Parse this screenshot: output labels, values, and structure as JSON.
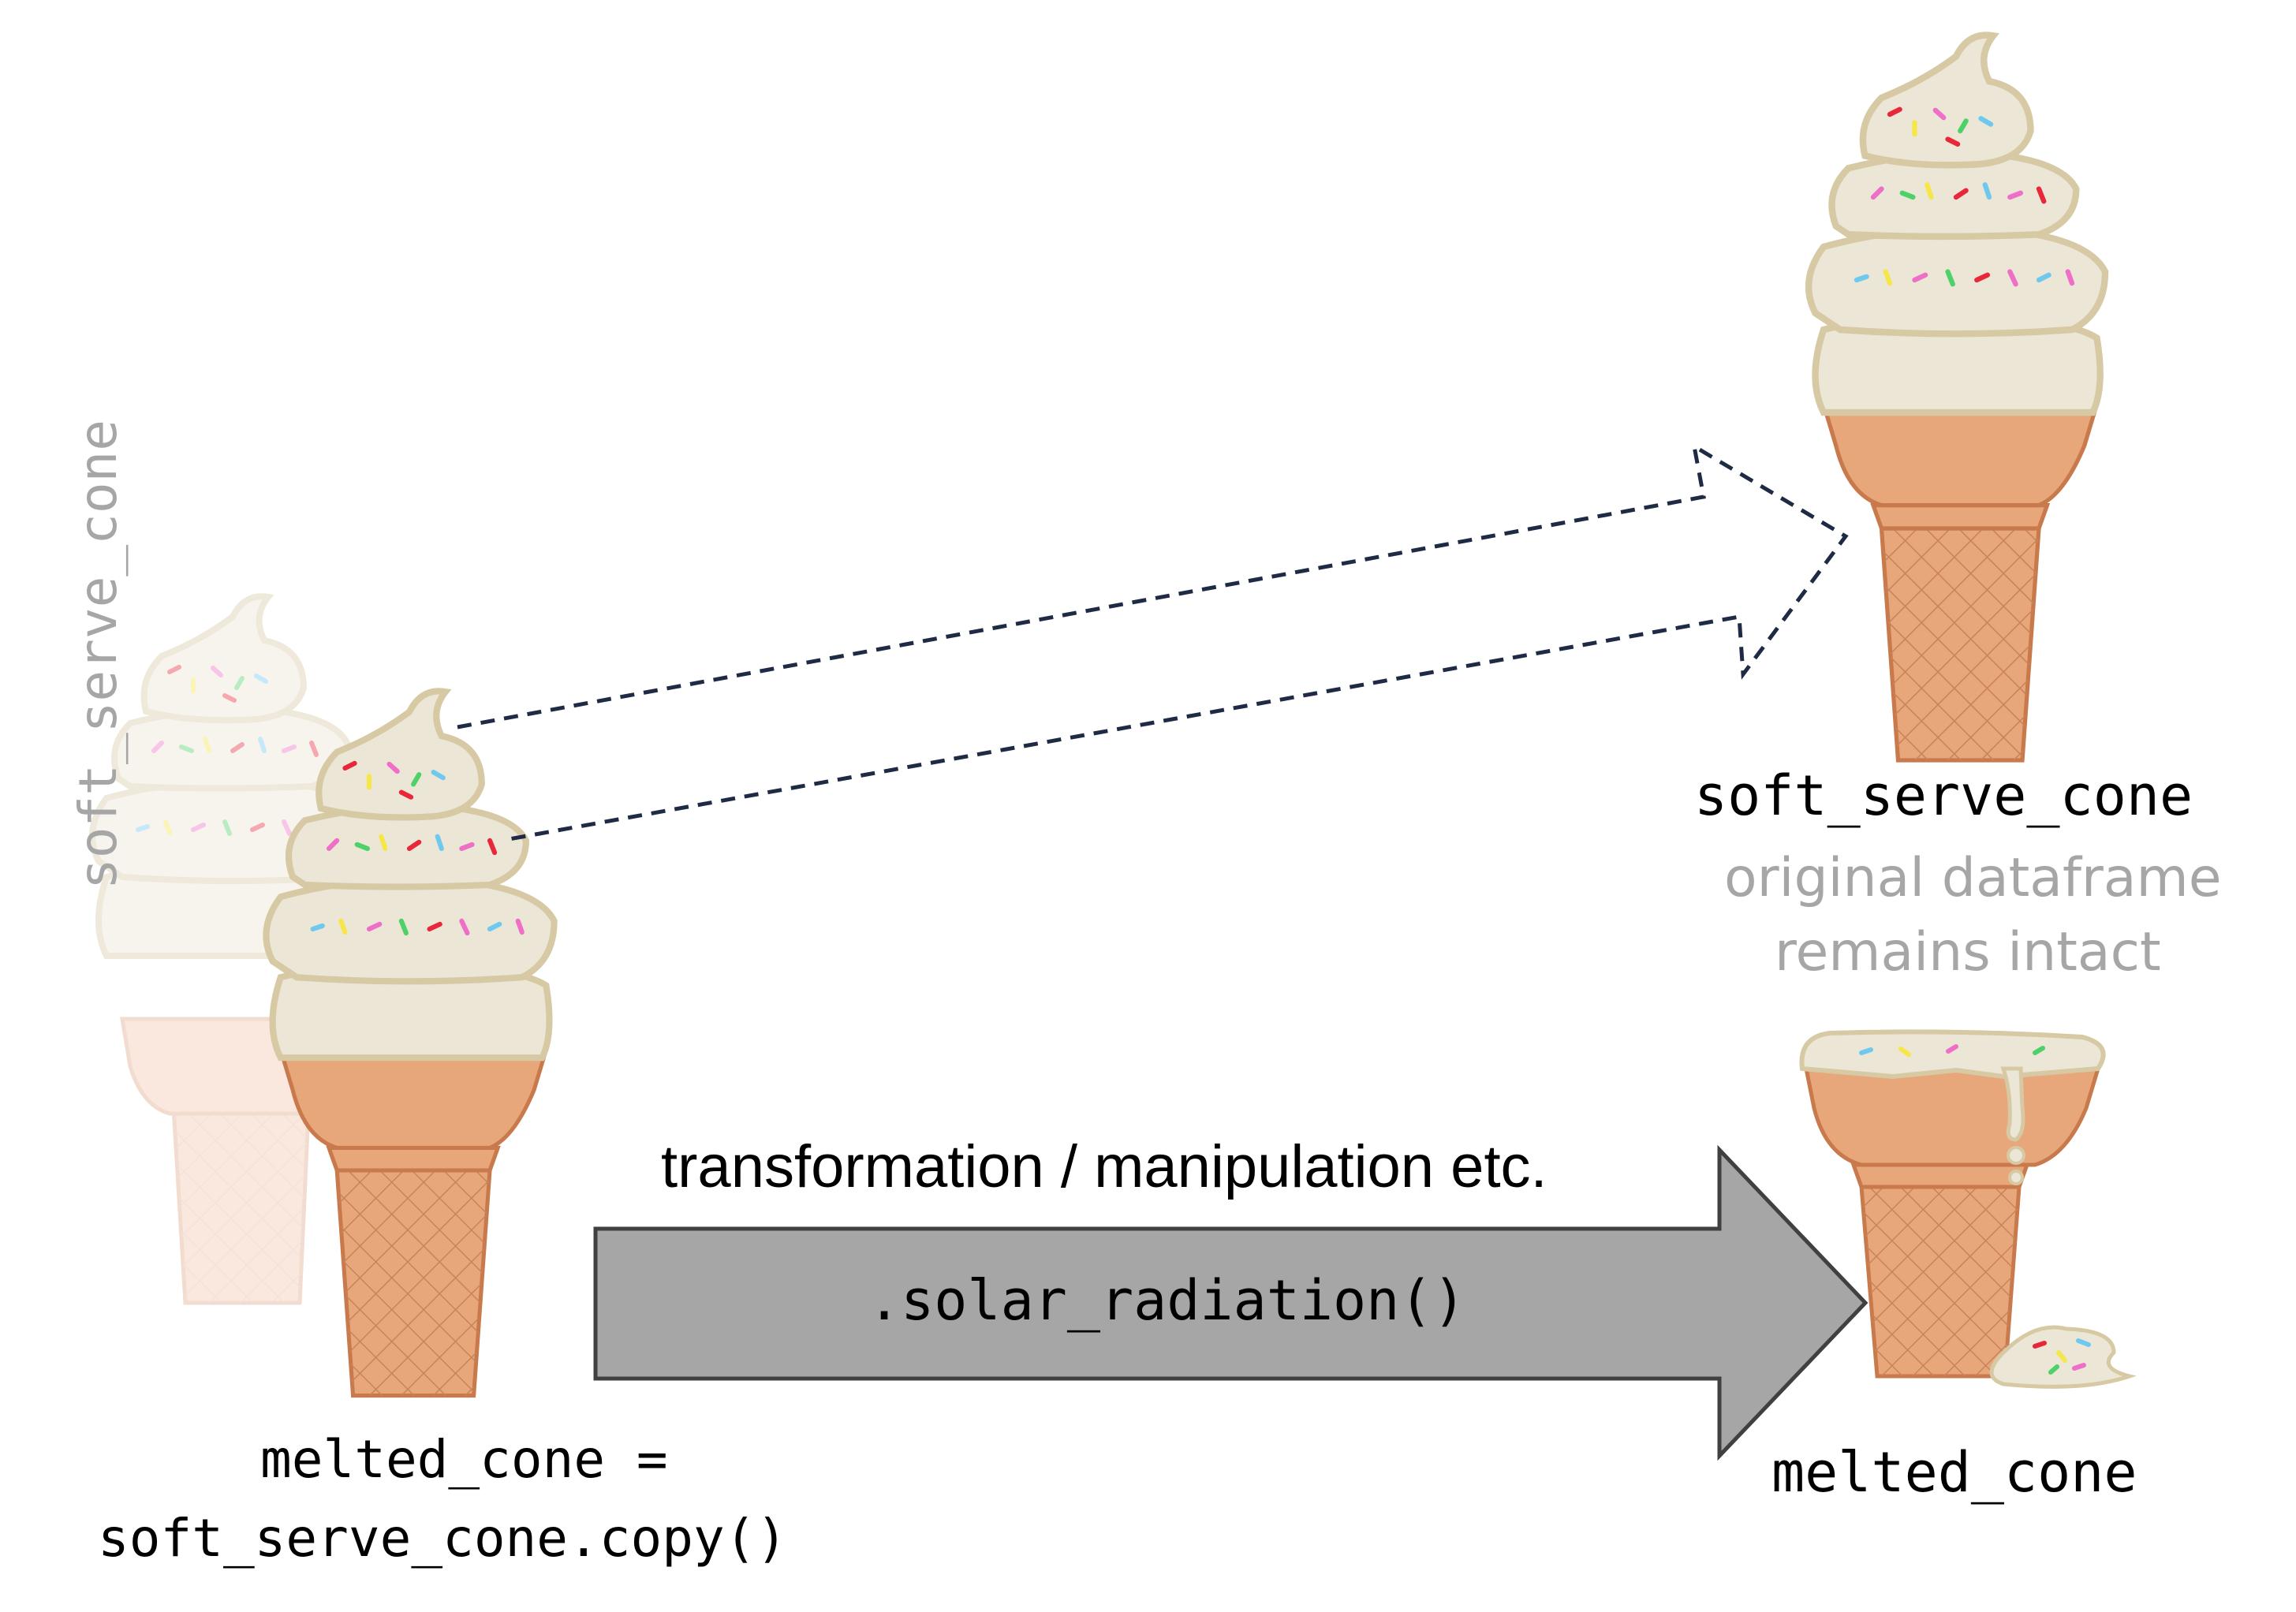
{
  "diagram": {
    "ghost_label": "soft_serve_cone",
    "copy_statement": {
      "line1": "melted_cone =",
      "line2": "soft_serve_cone.copy()"
    },
    "original": {
      "name": "soft_serve_cone",
      "caption_line1": "original dataframe",
      "caption_line2": "remains intact"
    },
    "melted": {
      "name": "melted_cone"
    },
    "arrow": {
      "caption": "transformation / manipulation etc.",
      "method": ".solar_radiation()"
    }
  },
  "colors": {
    "cone": "#e8a77a",
    "cone_outline": "#c87a4c",
    "cream": "#ece6d6",
    "cream_outline": "#d6c9a4",
    "arrow_fill": "#a6a6a6",
    "arrow_outline": "#404040",
    "dashed_line": "#1f2a44",
    "muted_text": "#a6a6a6"
  },
  "icons": [
    "soft-serve-cone-icon",
    "melted-cone-icon",
    "ghost-cone-icon"
  ]
}
